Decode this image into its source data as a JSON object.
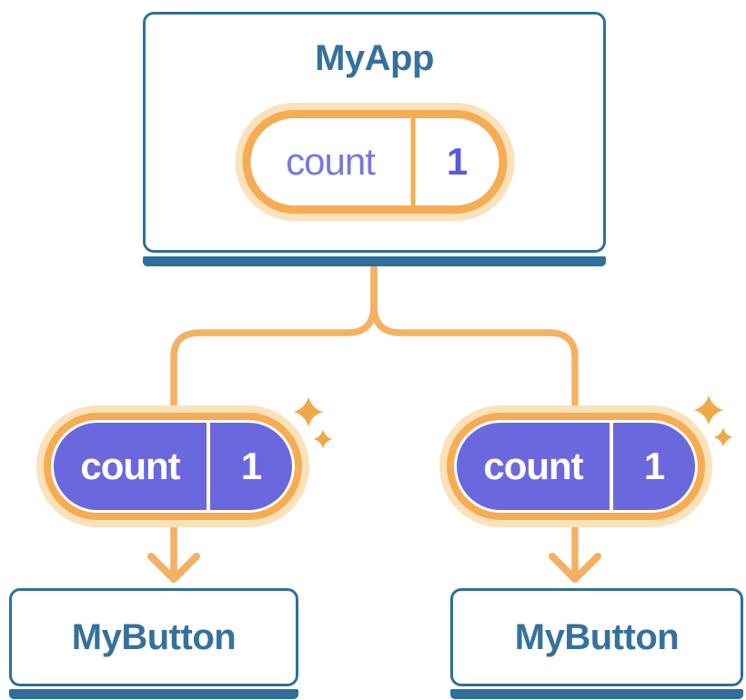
{
  "diagram": {
    "type": "react-component-tree",
    "root": {
      "title": "MyApp",
      "state": {
        "label": "count",
        "value": "1"
      }
    },
    "children": [
      {
        "title": "MyButton",
        "prop": {
          "label": "count",
          "value": "1"
        }
      },
      {
        "title": "MyButton",
        "prop": {
          "label": "count",
          "value": "1"
        }
      }
    ]
  },
  "icons": {
    "sparkle_icon": "✦",
    "arrow_down_icon": "↓"
  },
  "colors": {
    "card_border_blue": "#2E6F9B",
    "card_bg": "#FFFFFF",
    "title_blue": "#36719C",
    "connector_orange": "#F5B163",
    "ring_orange": "#F5AC52",
    "ring_light": "#FBE2BA",
    "sparkle_orange": "#F2A74A",
    "pill_purple": "#6B68DE",
    "label_purple": "#7678DF",
    "value_purple": "#5C59D6",
    "pill_divider": "#FFFFFF"
  }
}
